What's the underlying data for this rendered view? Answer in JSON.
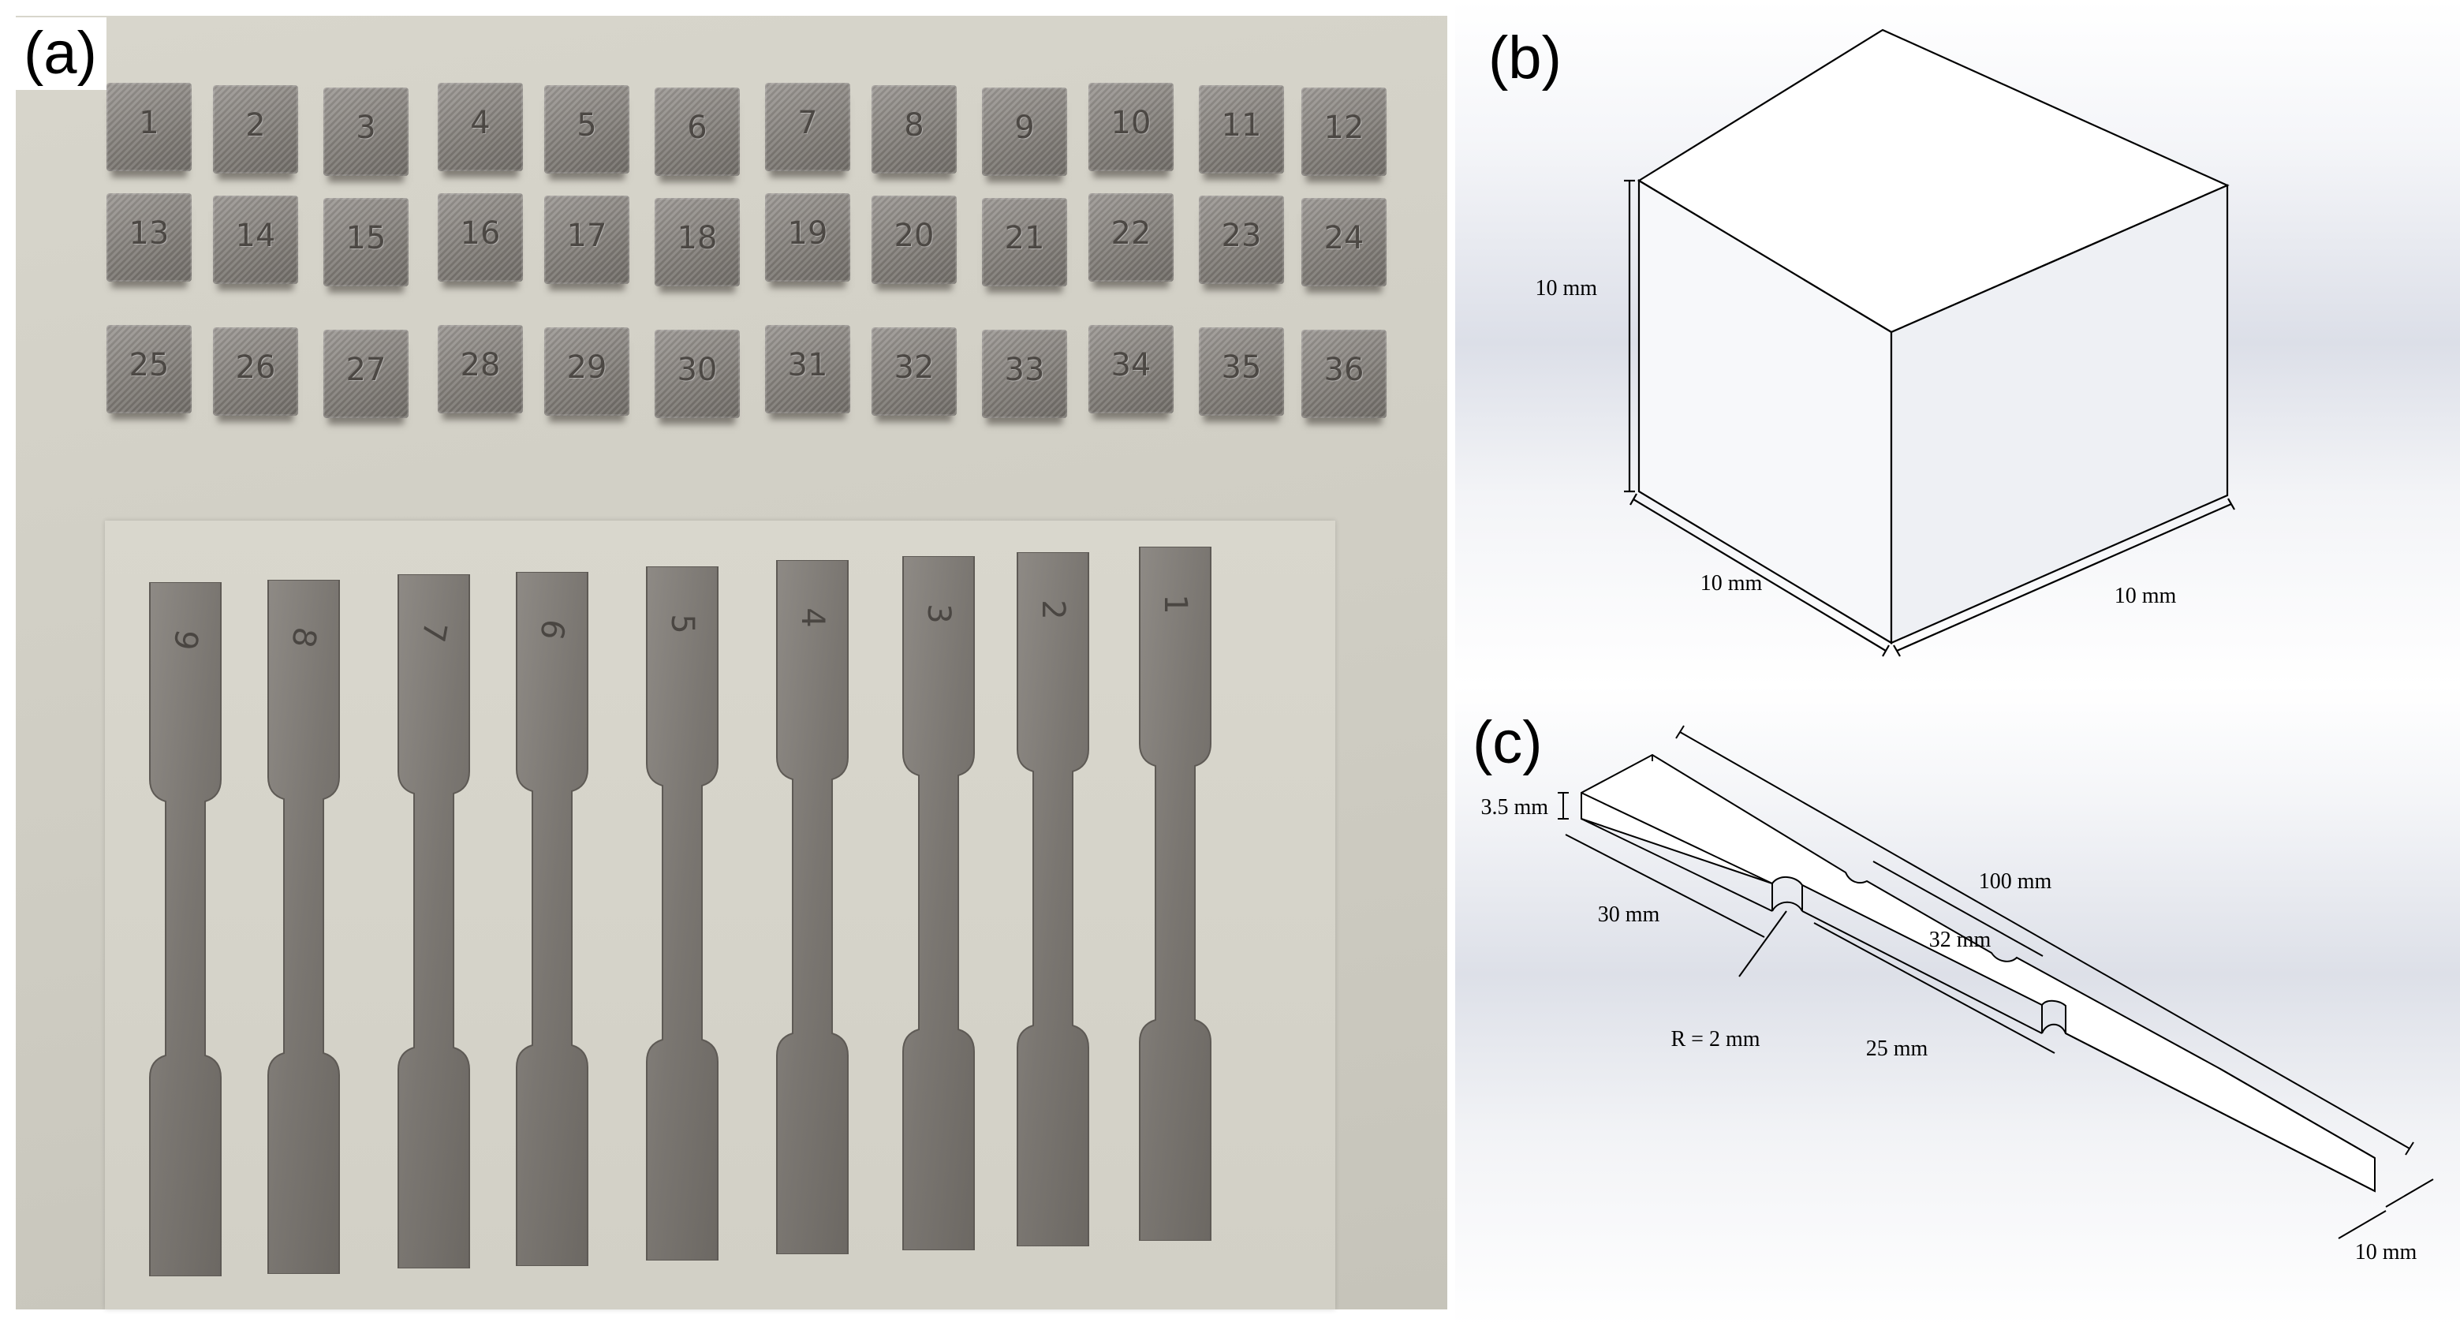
{
  "panel_a": {
    "label": "(a)",
    "cubes": [
      "1",
      "2",
      "3",
      "4",
      "5",
      "6",
      "7",
      "8",
      "9",
      "10",
      "11",
      "12",
      "13",
      "14",
      "15",
      "16",
      "17",
      "18",
      "19",
      "20",
      "21",
      "22",
      "23",
      "24",
      "25",
      "26",
      "27",
      "28",
      "29",
      "30",
      "31",
      "32",
      "33",
      "34",
      "35",
      "36"
    ],
    "specimens": [
      "9",
      "8",
      "7",
      "6",
      "5",
      "4",
      "3",
      "2",
      "1"
    ]
  },
  "panel_b": {
    "label": "(b)",
    "dim_height": "10 mm",
    "dim_left": "10 mm",
    "dim_right": "10 mm"
  },
  "panel_c": {
    "label": "(c)",
    "dim_thickness": "3.5 mm",
    "dim_overall": "100 mm",
    "dim_gauge_outer": "32 mm",
    "dim_grip": "30 mm",
    "dim_radius": "R = 2 mm",
    "dim_gauge_inner": "25 mm",
    "dim_width": "10 mm"
  },
  "colors": {
    "photo_background": "#d2d0c6",
    "metal": "#8a8682",
    "drawing_line": "#000000"
  }
}
